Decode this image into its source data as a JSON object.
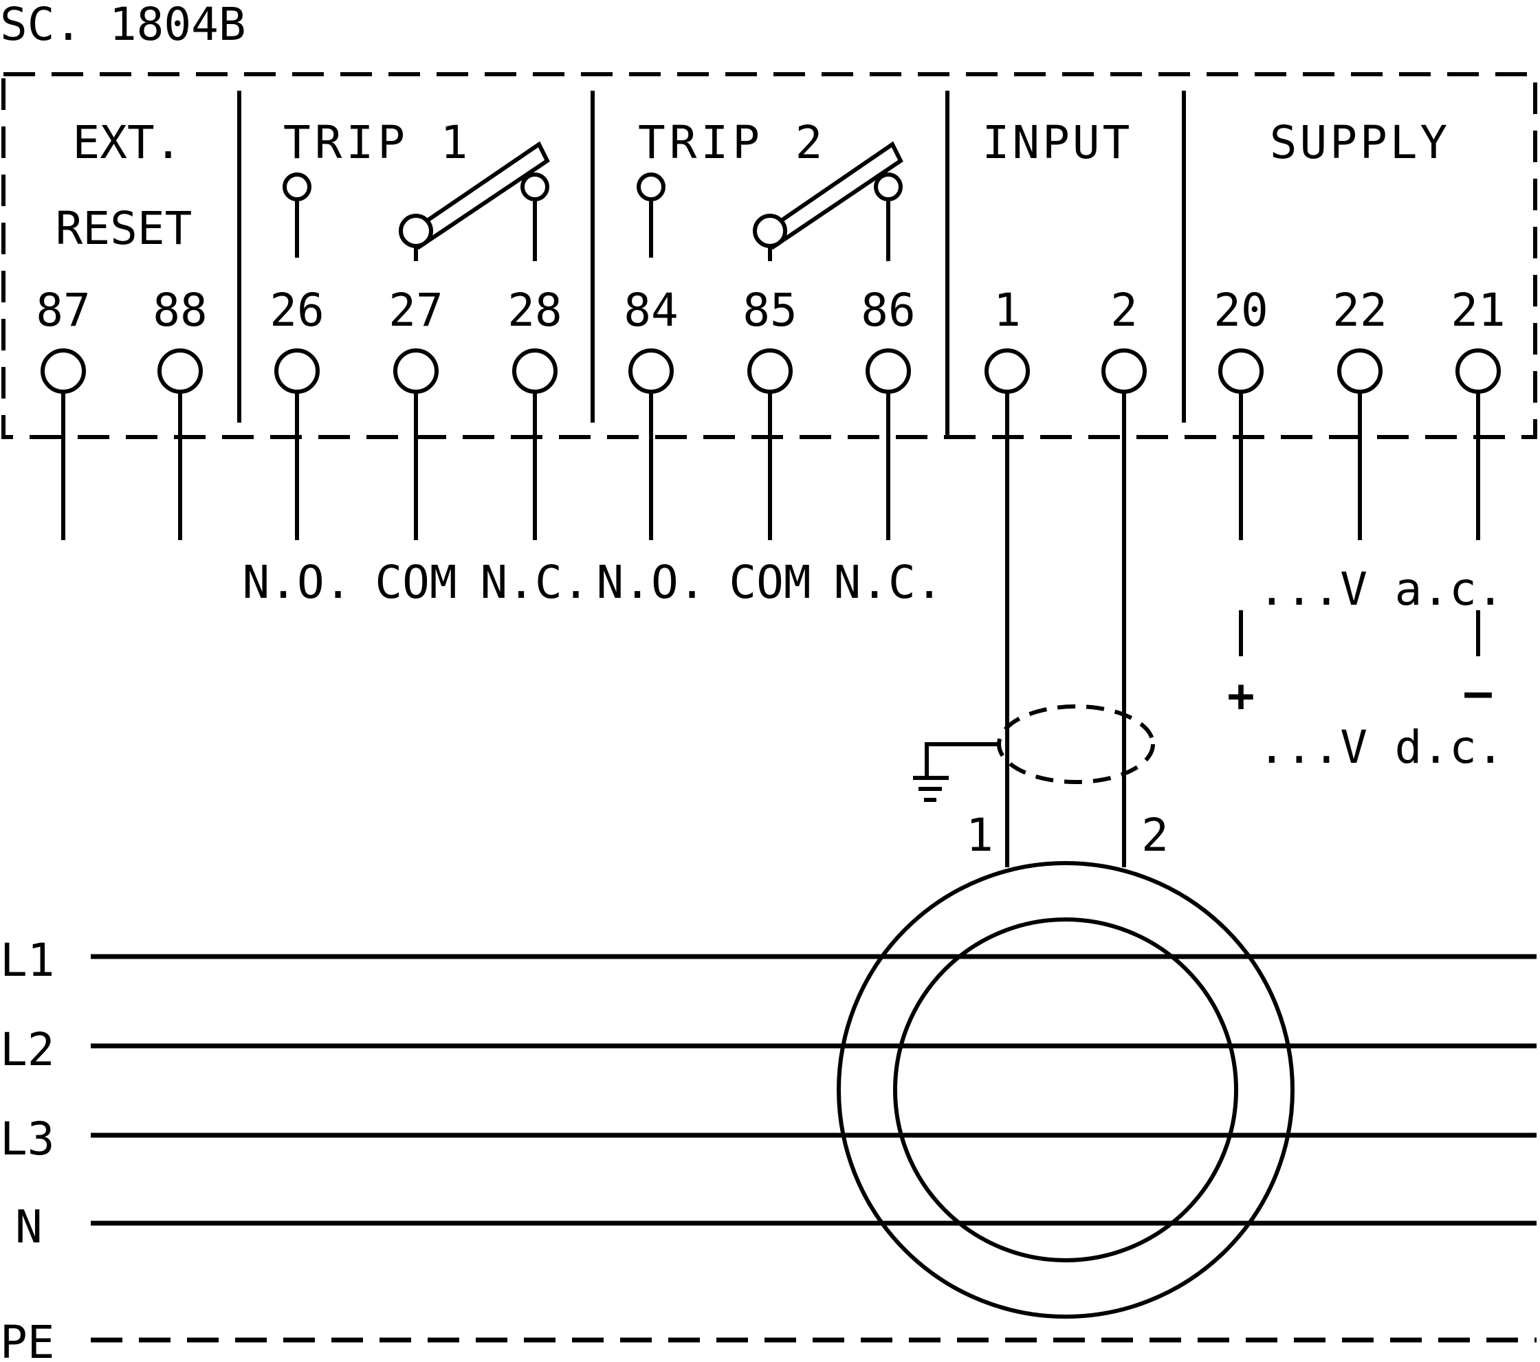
{
  "title": "SC. 1804B",
  "sections": [
    {
      "id": "ext_reset",
      "lines": [
        "EXT.",
        "RESET"
      ]
    },
    {
      "id": "trip1",
      "label": "TRIP 1"
    },
    {
      "id": "trip2",
      "label": "TRIP 2"
    },
    {
      "id": "input",
      "label": "INPUT"
    },
    {
      "id": "supply",
      "label": "SUPPLY"
    }
  ],
  "terminals": [
    "87",
    "88",
    "26",
    "27",
    "28",
    "84",
    "85",
    "86",
    "1",
    "2",
    "20",
    "22",
    "21"
  ],
  "contact_labels": [
    "N.O.",
    "COM",
    "N.C.",
    "N.O.",
    "COM",
    "N.C."
  ],
  "supply": {
    "ac_label": "...V a.c.",
    "dc_label": "...V d.c.",
    "plus": "+",
    "minus": "—"
  },
  "toroid": {
    "lead1": "1",
    "lead2": "2"
  },
  "conductors": [
    "L1",
    "L2",
    "L3",
    "N",
    "PE"
  ]
}
